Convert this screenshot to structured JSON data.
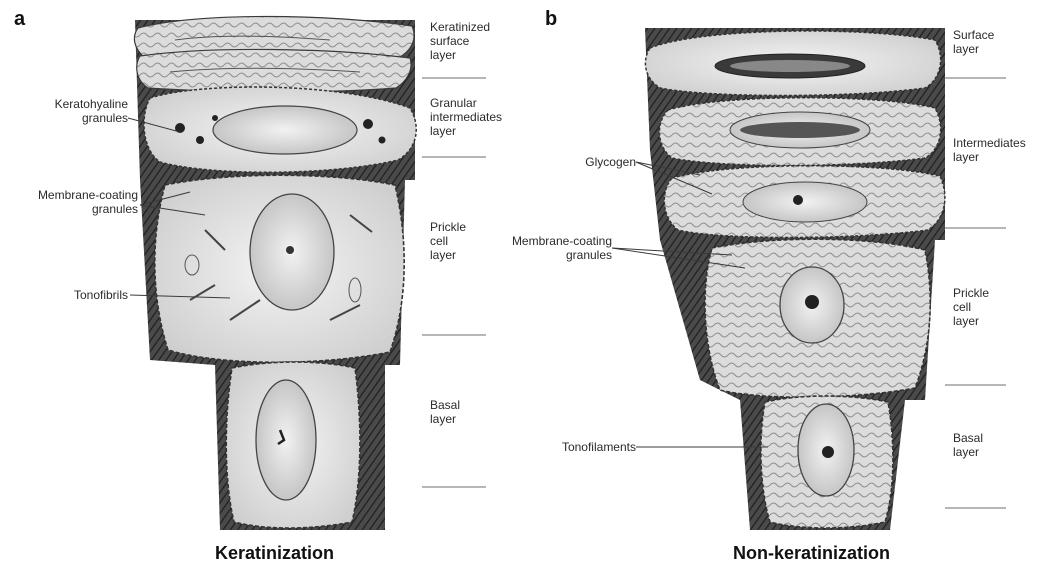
{
  "panels": [
    {
      "letter": "a",
      "caption": "Keratinization",
      "layers": [
        {
          "line1": "Keratinized",
          "line2": "surface",
          "line3": "layer"
        },
        {
          "line1": "Granular",
          "line2": "intermediates",
          "line3": "layer"
        },
        {
          "line1": "Prickle",
          "line2": "cell",
          "line3": "layer"
        },
        {
          "line1": "Basal",
          "line2": "layer"
        }
      ],
      "callouts": [
        {
          "line1": "Keratohyaline",
          "line2": "granules"
        },
        {
          "line1": "Membrane-coating",
          "line2": "granules"
        },
        {
          "line1": "Tonofibrils"
        }
      ]
    },
    {
      "letter": "b",
      "caption": "Non-keratinization",
      "layers": [
        {
          "line1": "Surface",
          "line2": "layer"
        },
        {
          "line1": "Intermediates",
          "line2": "layer"
        },
        {
          "line1": "Prickle",
          "line2": "cell",
          "line3": "layer"
        },
        {
          "line1": "Basal",
          "line2": "layer"
        }
      ],
      "callouts": [
        {
          "line1": "Glycogen"
        },
        {
          "line1": "Membrane-coating",
          "line2": "granules"
        },
        {
          "line1": "Tonofilaments"
        }
      ]
    }
  ],
  "colors": {
    "ink": "#2b2b2b",
    "cell_fill": "#e9e9e9",
    "dark_tissue": "#3a3a3a",
    "divider": "#8a8a8a"
  }
}
